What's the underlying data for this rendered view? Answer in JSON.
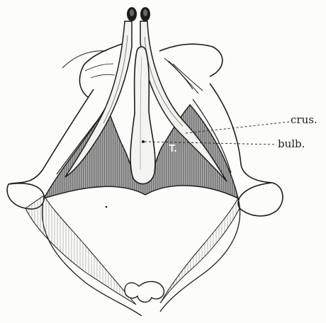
{
  "figure": {
    "labels": {
      "crus": "crus.",
      "bulb": "bulb.",
      "membrane": "T."
    },
    "structures": [
      "pubic-arch",
      "ischial-tuberosity-left",
      "ischial-tuberosity-right",
      "crus-left",
      "crus-right",
      "bulb",
      "triangular-ligament",
      "sacrotuberous-ligament-left",
      "sacrotuberous-ligament-right",
      "coccyx"
    ],
    "colors": {
      "ink": "#1c1c1c",
      "shading": "#8a8a8a",
      "paper": "#fcfcfa"
    }
  }
}
